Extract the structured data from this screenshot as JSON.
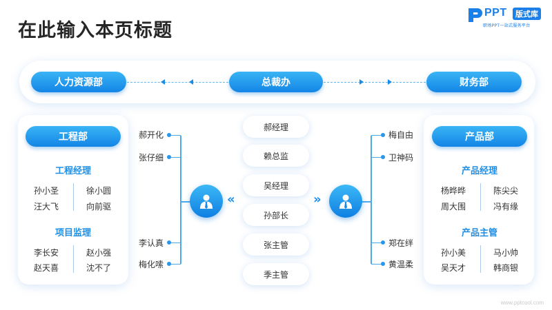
{
  "page": {
    "title": "在此输入本页标题",
    "watermark": "www.pptcool.com"
  },
  "logo": {
    "wordmark": "PPT",
    "badge": "版式库",
    "tagline": "职场PPT一站式服务平台"
  },
  "top_row": {
    "left": "人力资源部",
    "center": "总裁办",
    "right": "财务部"
  },
  "left_card": {
    "header": "工程部",
    "group1": {
      "title": "工程经理",
      "col_a": [
        "孙小圣",
        "汪大飞"
      ],
      "col_b": [
        "徐小圆",
        "向前驱"
      ]
    },
    "group2": {
      "title": "项目监理",
      "col_a": [
        "李长安",
        "赵天喜"
      ],
      "col_b": [
        "赵小强",
        "沈不了"
      ]
    }
  },
  "right_card": {
    "header": "产品部",
    "group1": {
      "title": "产品经理",
      "col_a": [
        "杨晔晔",
        "周大围"
      ],
      "col_b": [
        "陈尖尖",
        "冯有缘"
      ]
    },
    "group2": {
      "title": "产品主管",
      "col_a": [
        "孙小美",
        "吴天才"
      ],
      "col_b": [
        "马小帅",
        "韩商银"
      ]
    }
  },
  "center_list": [
    "郝经理",
    "赖总监",
    "吴经理",
    "孙部长",
    "张主管",
    "季主管"
  ],
  "left_branch": [
    "郝开化",
    "张仔细",
    "李认真",
    "梅化嗦"
  ],
  "right_branch": [
    "梅自由",
    "卫神码",
    "郑在绊",
    "黄温柔"
  ],
  "chevrons": {
    "left": "«",
    "right": "»"
  },
  "icons": {
    "person": "person-icon",
    "logo": "logo-mark-icon"
  },
  "colors": {
    "accent": "#1a8ce8",
    "accent_light": "#3ab4f5",
    "title": "#262626"
  }
}
